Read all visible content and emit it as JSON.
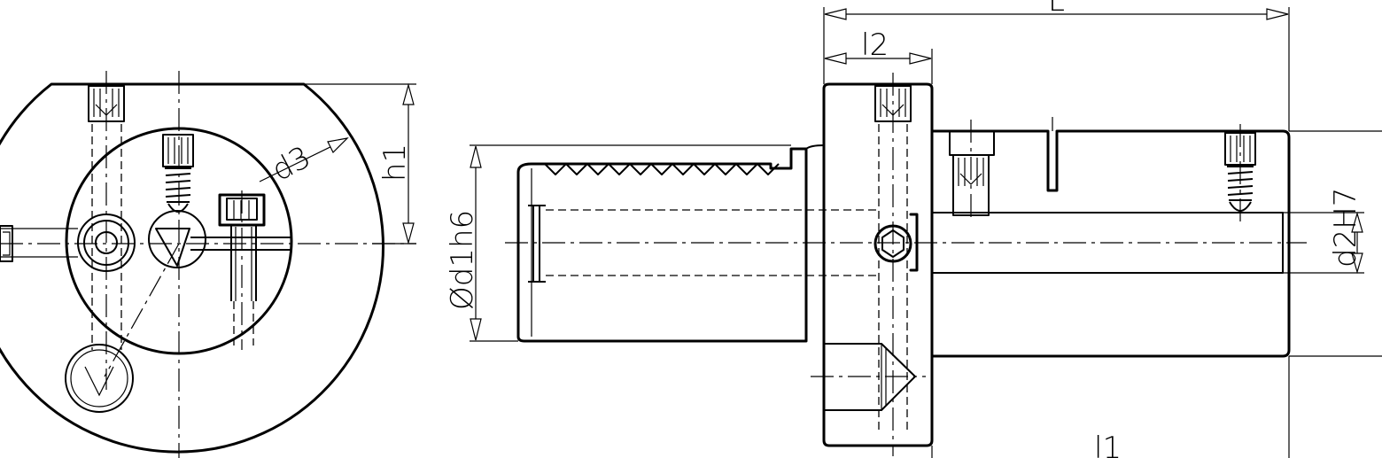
{
  "drawing": {
    "labels": {
      "L": "L",
      "l2": "l2",
      "l1": "l1",
      "h1": "h1",
      "d3": "d3",
      "d1": "Ød1h6",
      "d2": "d2H7"
    }
  }
}
